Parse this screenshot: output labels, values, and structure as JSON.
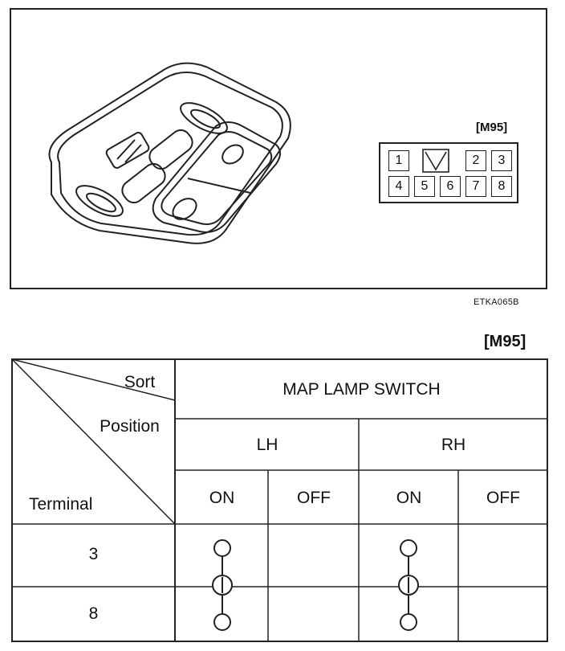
{
  "figure": {
    "connector_label": "[M95]",
    "connector_pins": [
      "1",
      "2",
      "3",
      "4",
      "5",
      "6",
      "7",
      "8"
    ],
    "figure_code": "ETKA065B"
  },
  "table": {
    "connector_ref": "[M95]",
    "header_sort": "Sort",
    "header_position": "Position",
    "header_terminal": "Terminal",
    "group_title": "MAP LAMP SWITCH",
    "sides": [
      "LH",
      "RH"
    ],
    "states": [
      "ON",
      "OFF",
      "ON",
      "OFF"
    ],
    "terminals": [
      "3",
      "8"
    ],
    "continuity": [
      {
        "side": "LH",
        "state": "ON",
        "terminals": [
          "3",
          "8"
        ]
      },
      {
        "side": "RH",
        "state": "ON",
        "terminals": [
          "3",
          "8"
        ]
      }
    ]
  }
}
